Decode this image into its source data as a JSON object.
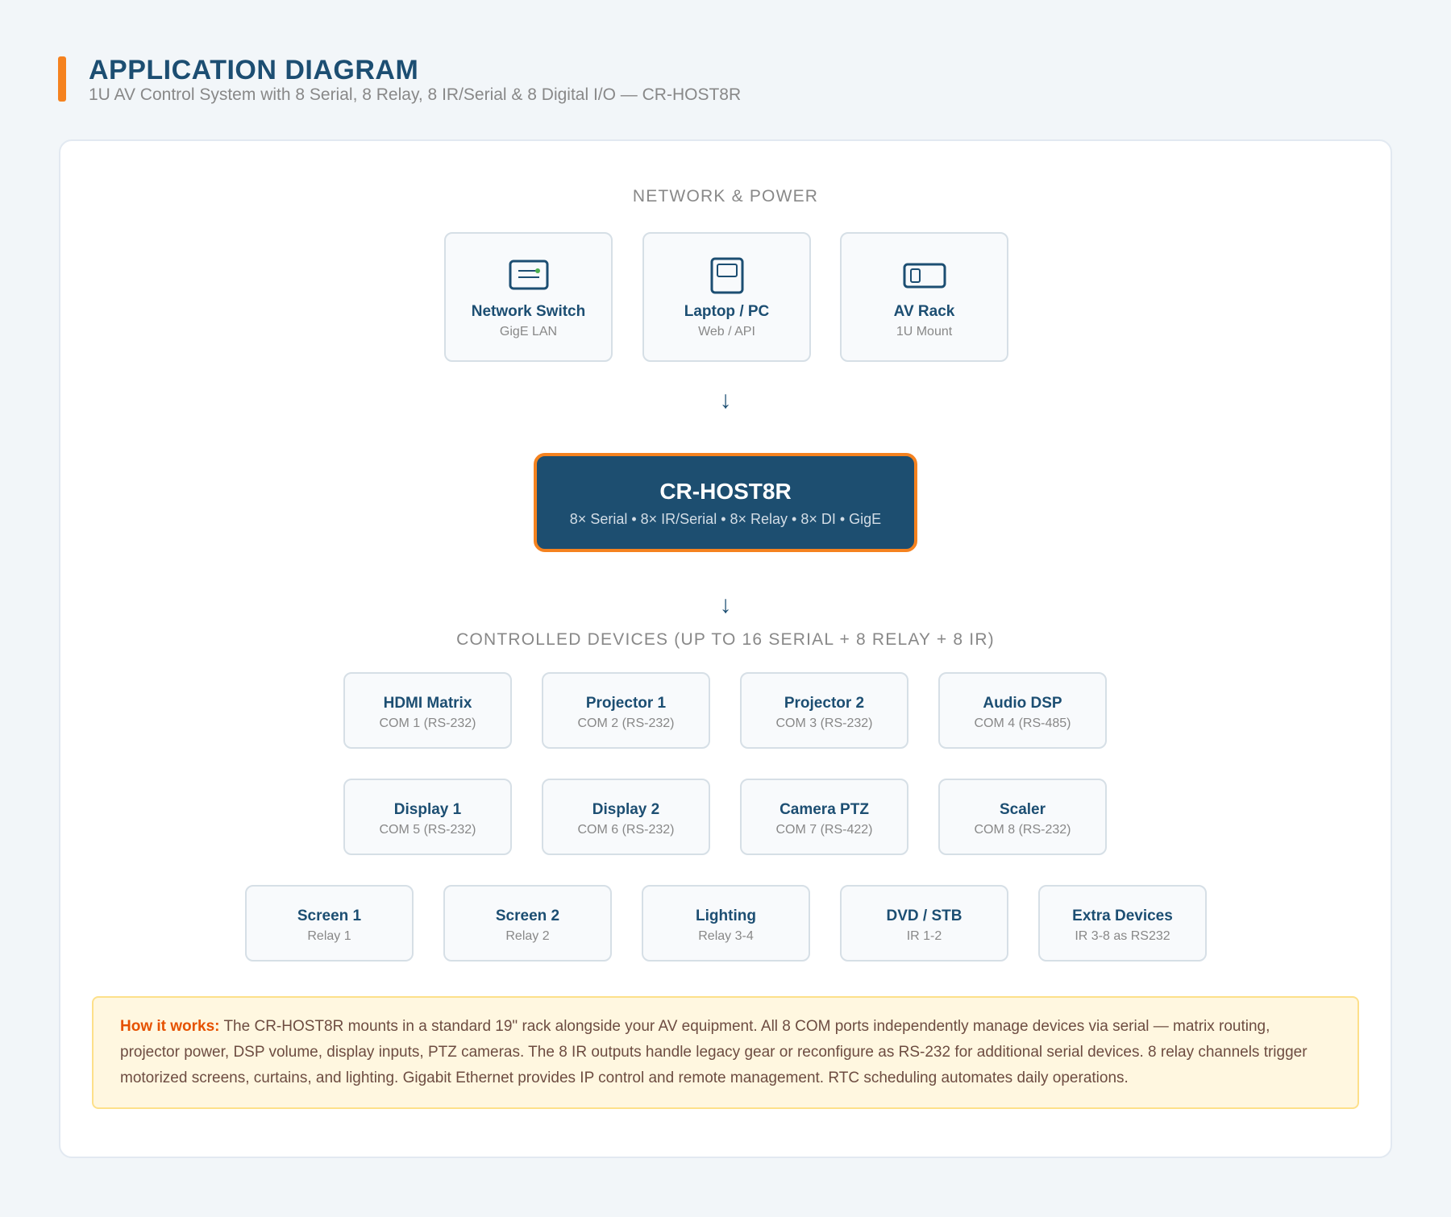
{
  "header": {
    "title": "APPLICATION DIAGRAM",
    "subtitle": "1U AV Control System with 8 Serial, 8 Relay, 8 IR/Serial & 8 Digital I/O — CR-HOST8R",
    "accent_color": "#f5821f"
  },
  "network_section": {
    "label": "NETWORK & POWER",
    "items": [
      {
        "name": "Network Switch",
        "sub": "GigE LAN",
        "icon": "network-switch-icon"
      },
      {
        "name": "Laptop / PC",
        "sub": "Web / API",
        "icon": "laptop-icon"
      },
      {
        "name": "AV Rack",
        "sub": "1U Mount",
        "icon": "rack-icon"
      }
    ]
  },
  "arrows": {
    "down": "↓"
  },
  "hub": {
    "title": "CR-HOST8R",
    "specs": "8× Serial • 8× IR/Serial • 8× Relay • 8× DI • GigE",
    "fill_color": "#1d4e70",
    "border_color": "#f5821f"
  },
  "devices_section": {
    "label": "CONTROLLED DEVICES (UP TO 16 SERIAL + 8 RELAY + 8 IR)",
    "rows": [
      [
        {
          "name": "HDMI Matrix",
          "sub": "COM 1 (RS-232)"
        },
        {
          "name": "Projector 1",
          "sub": "COM 2 (RS-232)"
        },
        {
          "name": "Projector 2",
          "sub": "COM 3 (RS-232)"
        },
        {
          "name": "Audio DSP",
          "sub": "COM 4 (RS-485)"
        }
      ],
      [
        {
          "name": "Display 1",
          "sub": "COM 5 (RS-232)"
        },
        {
          "name": "Display 2",
          "sub": "COM 6 (RS-232)"
        },
        {
          "name": "Camera PTZ",
          "sub": "COM 7 (RS-422)"
        },
        {
          "name": "Scaler",
          "sub": "COM 8 (RS-232)"
        }
      ],
      [
        {
          "name": "Screen 1",
          "sub": "Relay 1"
        },
        {
          "name": "Screen 2",
          "sub": "Relay 2"
        },
        {
          "name": "Lighting",
          "sub": "Relay 3-4"
        },
        {
          "name": "DVD / STB",
          "sub": "IR 1-2"
        },
        {
          "name": "Extra Devices",
          "sub": "IR 3-8 as RS232"
        }
      ]
    ]
  },
  "note": {
    "label": "How it works:",
    "text": " The CR-HOST8R mounts in a standard 19\" rack alongside your AV equipment. All 8 COM ports independently manage devices via serial — matrix routing, projector power, DSP volume, display inputs, PTZ cameras. The 8 IR outputs handle legacy gear or reconfigure as RS-232 for additional serial devices. 8 relay channels trigger motorized screens, curtains, and lighting. Gigabit Ethernet provides IP control and remote management. RTC scheduling automates daily operations."
  }
}
